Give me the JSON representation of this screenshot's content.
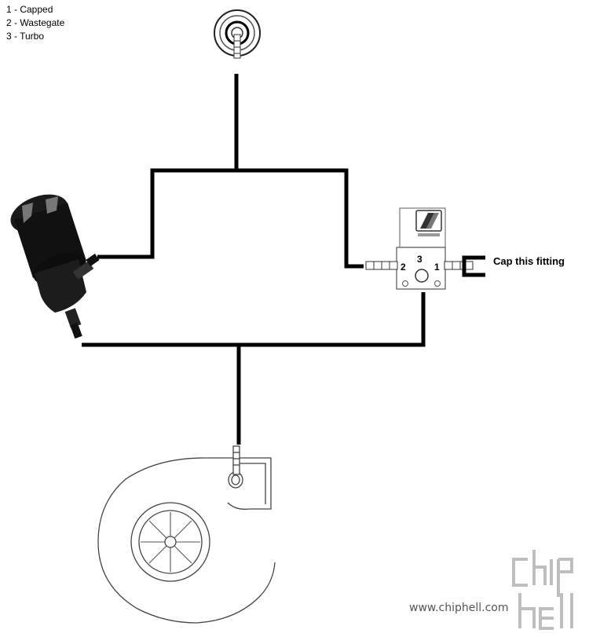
{
  "legend": {
    "items": [
      "1 - Capped",
      "2 - Wastegate",
      "3 - Turbo"
    ]
  },
  "solenoid": {
    "port_labels": {
      "port_1": "1",
      "port_2": "2",
      "port_3": "3"
    }
  },
  "annotations": {
    "cap_note": "Cap this fitting"
  },
  "watermark": {
    "url": "www.chiphell.com",
    "logo_text": "chiphell"
  },
  "colors": {
    "hose": "#000000",
    "outline": "#333333",
    "background": "#ffffff"
  },
  "components": [
    {
      "id": "boost-source",
      "icon": "vacuum-fitting-icon"
    },
    {
      "id": "blow-off-valve",
      "icon": "valve-icon"
    },
    {
      "id": "boost-solenoid",
      "icon": "solenoid-icon"
    },
    {
      "id": "turbocharger",
      "icon": "turbo-icon"
    }
  ]
}
